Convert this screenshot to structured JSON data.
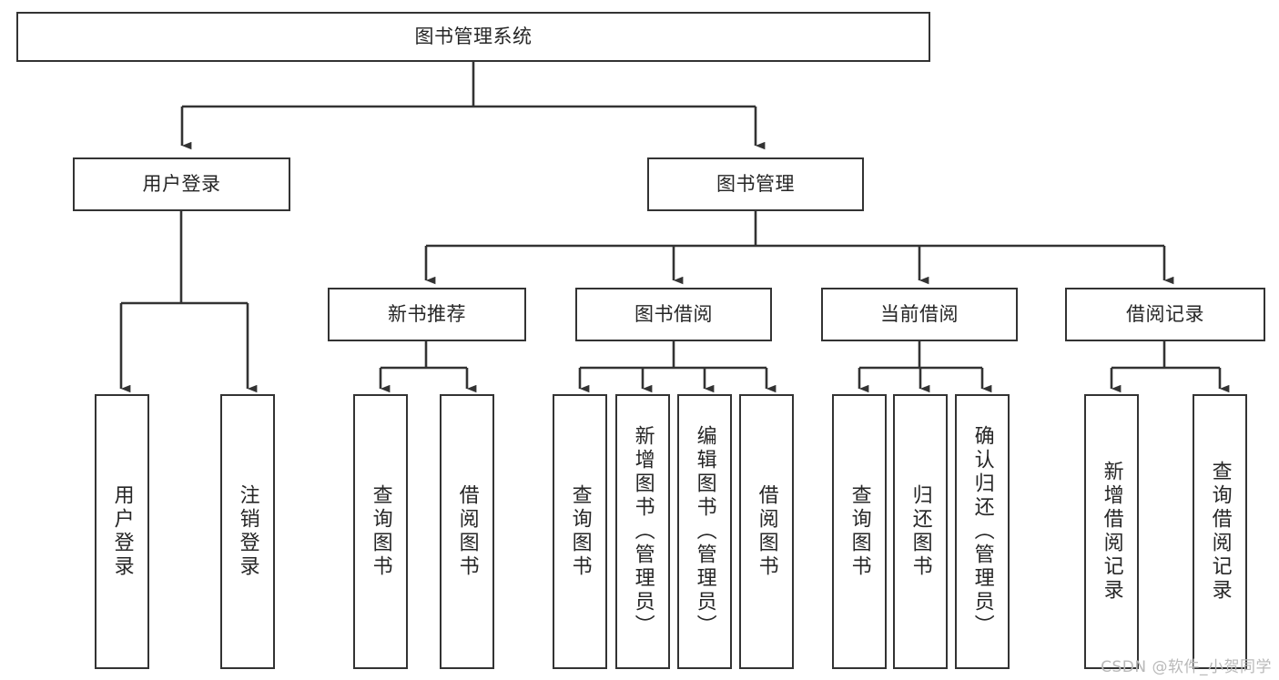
{
  "diagram": {
    "title": "图书管理系统",
    "type": "tree-hierarchy-chart",
    "root": {
      "label": "图书管理系统"
    },
    "level2": [
      {
        "label": "用户登录"
      },
      {
        "label": "图书管理"
      }
    ],
    "level3": [
      {
        "label": "新书推荐"
      },
      {
        "label": "图书借阅"
      },
      {
        "label": "当前借阅"
      },
      {
        "label": "借阅记录"
      }
    ],
    "leaves": {
      "user_login": [
        {
          "label": "用户登录"
        },
        {
          "label": "注销登录"
        }
      ],
      "new_book_recommend": [
        {
          "label": "查询图书"
        },
        {
          "label": "借阅图书"
        }
      ],
      "book_borrow": [
        {
          "label": "查询图书"
        },
        {
          "label": "新增图书（管理员）"
        },
        {
          "label": "编辑图书（管理员）"
        },
        {
          "label": "借阅图书"
        }
      ],
      "current_borrow": [
        {
          "label": "查询图书"
        },
        {
          "label": "归还图书"
        },
        {
          "label": "确认归还（管理员）"
        }
      ],
      "borrow_record": [
        {
          "label": "新增借阅记录"
        },
        {
          "label": "查询借阅记录"
        }
      ]
    }
  },
  "watermark": {
    "text": "CSDN @软件_小贺同学"
  },
  "colors": {
    "stroke": "#333333",
    "text": "#262626",
    "background": "#ffffff",
    "watermark": "#b9b9b9"
  }
}
